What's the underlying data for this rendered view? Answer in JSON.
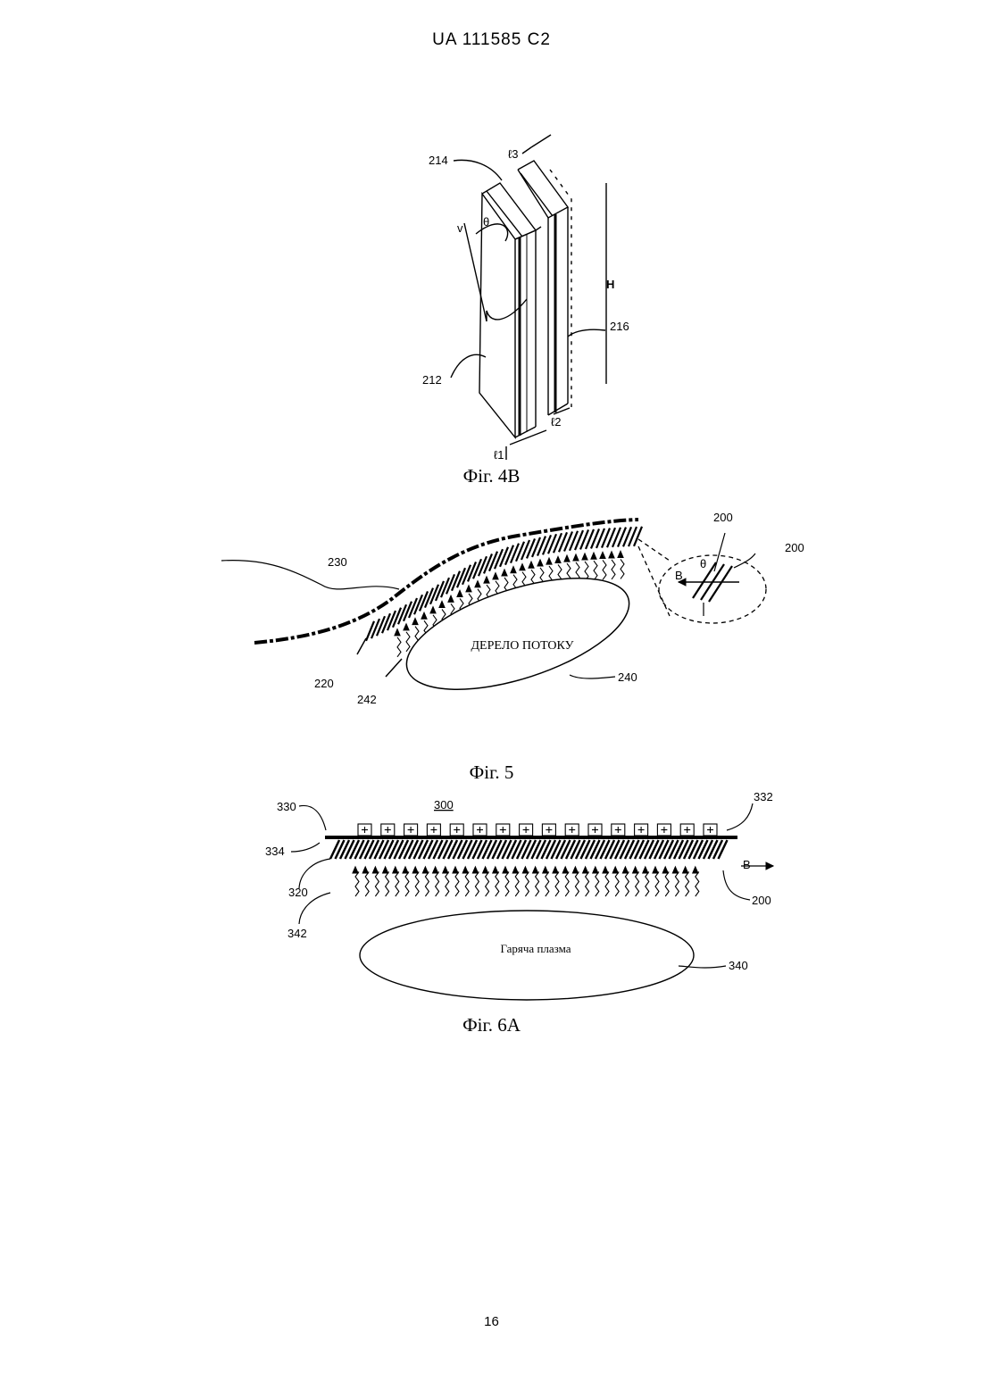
{
  "header": {
    "patent": "UA   111585   C2"
  },
  "footer": {
    "page_number": "16"
  },
  "fig4b": {
    "caption": "Фіг. 4В",
    "labels": {
      "l214": "214",
      "l212": "212",
      "l216": "216",
      "H": "H",
      "v": "v",
      "theta": "θ",
      "l1": "ℓ1",
      "l2": "ℓ2",
      "l3": "ℓ3"
    }
  },
  "fig5": {
    "caption": "Фіг. 5",
    "source_text": "ДЕРЕЛО ПОТОКУ",
    "labels": {
      "l230": "230",
      "l220": "220",
      "l242": "242",
      "l240": "240",
      "l200a": "200",
      "l200b": "200",
      "B": "B",
      "theta": "θ"
    }
  },
  "fig6a": {
    "caption": "Фіг. 6А",
    "plasma_text": "Гаряча плазма",
    "labels": {
      "l300": "300",
      "l330": "330",
      "l332": "332",
      "l334": "334",
      "l320": "320",
      "l342": "342",
      "l200": "200",
      "l340": "340",
      "B": "B"
    }
  }
}
